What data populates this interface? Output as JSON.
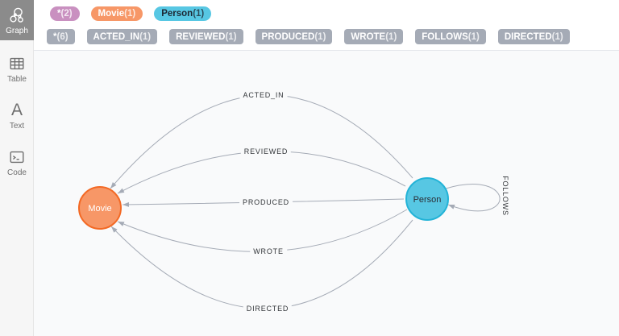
{
  "sidebar": {
    "tabs": [
      {
        "label": "Graph",
        "icon": "graph-icon",
        "selected": true
      },
      {
        "label": "Table",
        "icon": "table-icon",
        "selected": false
      },
      {
        "label": "Text",
        "icon": "text-icon",
        "selected": false,
        "glyph": "A"
      },
      {
        "label": "Code",
        "icon": "code-icon",
        "selected": false
      }
    ]
  },
  "legend": {
    "node_pills": [
      {
        "label": "*",
        "count": "(2)",
        "bg": "#C990C0",
        "fg": "#ffffff"
      },
      {
        "label": "Movie",
        "count": "(1)",
        "bg": "#F79767",
        "fg": "#ffffff"
      },
      {
        "label": "Person",
        "count": "(1)",
        "bg": "#57C7E3",
        "fg": "#1d2733"
      }
    ],
    "relationship_pills": [
      {
        "label": "*",
        "count": "(6)"
      },
      {
        "label": "ACTED_IN",
        "count": "(1)"
      },
      {
        "label": "REVIEWED",
        "count": "(1)"
      },
      {
        "label": "PRODUCED",
        "count": "(1)"
      },
      {
        "label": "WROTE",
        "count": "(1)"
      },
      {
        "label": "FOLLOWS",
        "count": "(1)"
      },
      {
        "label": "DIRECTED",
        "count": "(1)"
      }
    ]
  },
  "graph": {
    "nodes": [
      {
        "id": "Movie",
        "label": "Movie",
        "fill": "#F79767",
        "stroke": "#f36924",
        "text": "#ffffff"
      },
      {
        "id": "Person",
        "label": "Person",
        "fill": "#57C7E3",
        "stroke": "#23b3d7",
        "text": "#2A2C34"
      }
    ],
    "edges": [
      {
        "label": "ACTED_IN",
        "from": "Person",
        "to": "Movie"
      },
      {
        "label": "REVIEWED",
        "from": "Person",
        "to": "Movie"
      },
      {
        "label": "PRODUCED",
        "from": "Person",
        "to": "Movie"
      },
      {
        "label": "WROTE",
        "from": "Person",
        "to": "Movie"
      },
      {
        "label": "DIRECTED",
        "from": "Person",
        "to": "Movie"
      },
      {
        "label": "FOLLOWS",
        "from": "Person",
        "to": "Person"
      }
    ]
  },
  "colors": {
    "relationship_pill_bg": "#A5ABB6",
    "edge_stroke": "#A5ABB6",
    "selected_tab_bg": "#8b8b8b",
    "pane_bg": "#f9fafb"
  }
}
